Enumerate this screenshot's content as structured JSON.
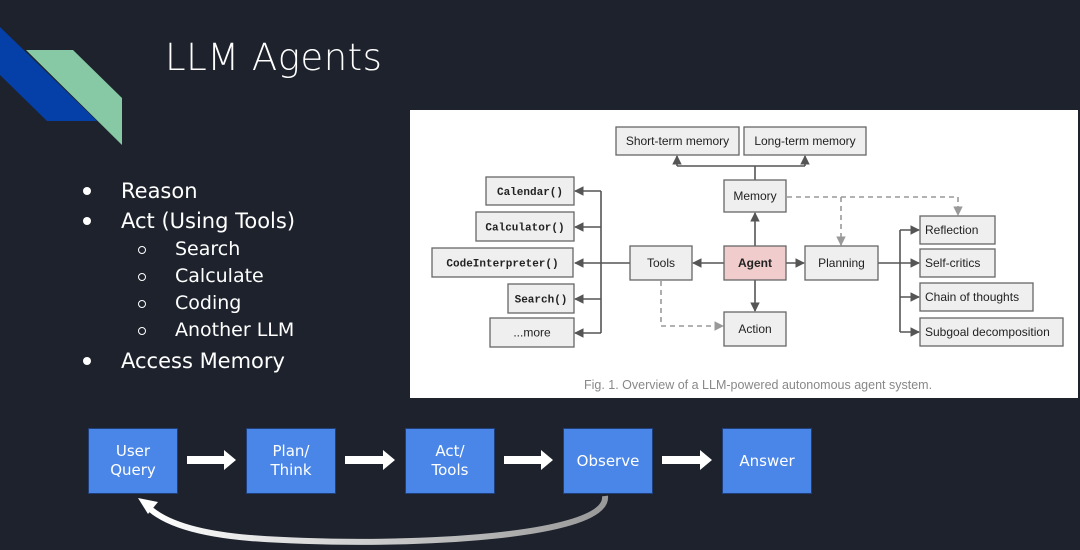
{
  "title": "LLM Agents",
  "bullets": [
    {
      "label": "Reason"
    },
    {
      "label": "Act (Using Tools)",
      "sub": [
        "Search",
        "Calculate",
        "Coding",
        "Another LLM"
      ]
    },
    {
      "label": "Access Memory"
    }
  ],
  "figure": {
    "nodes": {
      "short_term": "Short-term memory",
      "long_term": "Long-term memory",
      "memory": "Memory",
      "calendar": "Calendar()",
      "calculator": "Calculator()",
      "code": "CodeInterpreter()",
      "search": "Search()",
      "more": "...more",
      "tools": "Tools",
      "agent": "Agent",
      "planning": "Planning",
      "action": "Action",
      "reflection": "Reflection",
      "self_critics": "Self-critics",
      "chain": "Chain of thoughts",
      "subgoal": "Subgoal decomposition"
    },
    "caption": "Fig. 1. Overview of a LLM-powered autonomous agent system.",
    "agent_color": "#f0cccc"
  },
  "flow": [
    "User\nQuery",
    "Plan/\nThink",
    "Act/\nTools",
    "Observe",
    "Answer"
  ],
  "colors": {
    "background": "#1d222c",
    "flow_box": "#4a86e8",
    "logo_blue": "#0540a8",
    "logo_green": "#86c9a4"
  }
}
